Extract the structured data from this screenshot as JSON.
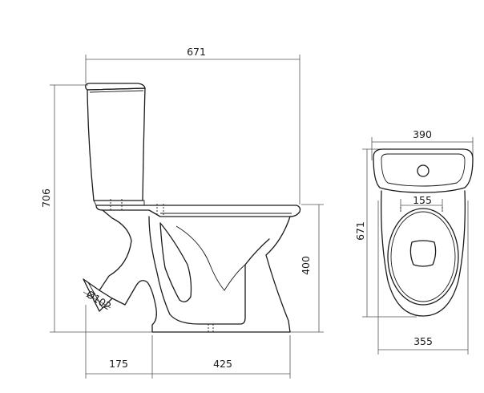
{
  "dimensions": {
    "overall_length": "671",
    "overall_height": "706",
    "bowl_height": "400",
    "outlet_diameter": "Ø102",
    "outlet_offset": "175",
    "base_length": "425",
    "tank_width": "390",
    "plan_length": "671",
    "seat_fixing_distance": "155",
    "base_width": "355"
  },
  "colors": {
    "outline": "#1a1a1a",
    "dimension": "#555555",
    "background": "#ffffff"
  }
}
